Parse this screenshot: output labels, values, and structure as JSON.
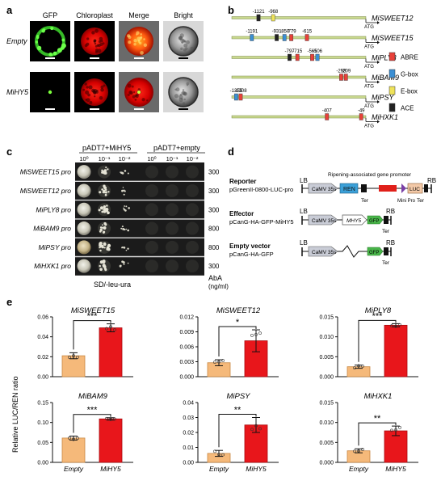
{
  "panels": {
    "a": {
      "label": "a",
      "columns": [
        "GFP",
        "Chloroplast",
        "Merge",
        "Bright"
      ],
      "rows": [
        "Empty",
        "MiHY5"
      ]
    },
    "b": {
      "label": "b",
      "genes": [
        {
          "name": "MiSWEET12",
          "sites": [
            {
              "pos": "-1121",
              "type": "ACE"
            },
            {
              "pos": "-968",
              "type": "E-box"
            }
          ]
        },
        {
          "name": "MiSWEET15",
          "sites": [
            {
              "pos": "-1191",
              "type": "G-box"
            },
            {
              "pos": "-931",
              "type": "ACE"
            },
            {
              "pos": "-850",
              "type": "G-box"
            },
            {
              "pos": "-779",
              "type": "ABRE"
            },
            {
              "pos": "-615",
              "type": "ABRE"
            }
          ]
        },
        {
          "name": "MiPLY8",
          "sites": [
            {
              "pos": "-797",
              "type": "ACE"
            },
            {
              "pos": "-715",
              "type": "ABRE"
            },
            {
              "pos": "-561",
              "type": "ABRE"
            },
            {
              "pos": "-506",
              "type": "G-box"
            }
          ]
        },
        {
          "name": "MiBAM9",
          "sites": [
            {
              "pos": "-209",
              "type": "ABRE"
            },
            {
              "pos": "-258",
              "type": "ABRE"
            }
          ]
        },
        {
          "name": "MiPSY",
          "sites": [
            {
              "pos": "-1355",
              "type": "G-box"
            },
            {
              "pos": "-1308",
              "type": "ABRE"
            }
          ]
        },
        {
          "name": "MiHXK1",
          "sites": [
            {
              "pos": "-407",
              "type": "ABRE"
            },
            {
              "pos": "-49",
              "type": "ABRE"
            }
          ]
        }
      ],
      "atg_label": "ATG",
      "legend": [
        {
          "name": "ABRE",
          "color": "#e8413a"
        },
        {
          "name": "G-box",
          "color": "#3b8fd4"
        },
        {
          "name": "E-box",
          "color": "#efe35a"
        },
        {
          "name": "ACE",
          "color": "#222222"
        }
      ]
    },
    "c": {
      "label": "c",
      "group_left": "pADT7+MiHY5",
      "group_right": "pADT7+empty",
      "dilutions": [
        "10⁰",
        "10⁻¹",
        "10⁻²",
        "10⁰",
        "10⁻¹",
        "10⁻²"
      ],
      "rows": [
        {
          "name": "MiSWEET15 pro",
          "aba": "300"
        },
        {
          "name": "MiSWEET12 pro",
          "aba": "300"
        },
        {
          "name": "MiPLY8 pro",
          "aba": "300"
        },
        {
          "name": "MiBAM9 pro",
          "aba": "800"
        },
        {
          "name": "MiPSY pro",
          "aba": "800"
        },
        {
          "name": "MiHXK1 pro",
          "aba": "300"
        }
      ],
      "medium": "SD/-leu-ura",
      "aba_label": "AbA",
      "aba_unit": "(ng/ml)"
    },
    "d": {
      "label": "d",
      "reporter_title": "Reporter",
      "reporter_sub": "pGreenII-0800-LUC-pro",
      "promoter_note": "Ripening-associated gene promoter",
      "effector_title": "Effector",
      "effector_sub": "pCanG-HA-GFP-MiHY5",
      "empty_title": "Empty vector",
      "empty_sub": "pCanG-HA-GFP",
      "lb": "LB",
      "rb": "RB",
      "camv": "CaMV 35s",
      "ren": "REN",
      "ter": "Ter",
      "minipro": "Mini Pro",
      "luc": "LUC",
      "mihy5": "MHY5",
      "gfp": "GFP"
    },
    "e": {
      "label": "e",
      "ylabel": "Relative LUC/REN ratio",
      "colors": {
        "empty": "#f5b97a",
        "mihy5": "#e8161b"
      }
    }
  },
  "chart_data": [
    {
      "type": "bar",
      "title": "MiSWEET15",
      "categories": [
        "Empty",
        "MiHY5"
      ],
      "values": [
        0.021,
        0.049
      ],
      "errors": [
        0.003,
        0.004
      ],
      "ylim": [
        0,
        0.06
      ],
      "ticks": [
        "0.00",
        "0.02",
        "0.04",
        "0.06"
      ],
      "sig": "***",
      "show_x": false
    },
    {
      "type": "bar",
      "title": "MiSWEET12",
      "categories": [
        "Empty",
        "MiHY5"
      ],
      "values": [
        0.0028,
        0.0072
      ],
      "errors": [
        0.0006,
        0.0022
      ],
      "ylim": [
        0,
        0.012
      ],
      "ticks": [
        "0.000",
        "0.003",
        "0.006",
        "0.009",
        "0.012"
      ],
      "sig": "*",
      "show_x": false
    },
    {
      "type": "bar",
      "title": "MiPLY8",
      "categories": [
        "Empty",
        "MiHY5"
      ],
      "values": [
        0.0025,
        0.0129
      ],
      "errors": [
        0.0004,
        0.0004
      ],
      "ylim": [
        0,
        0.015
      ],
      "ticks": [
        "0.000",
        "0.005",
        "0.010",
        "0.015"
      ],
      "sig": "***",
      "show_x": false
    },
    {
      "type": "bar",
      "title": "MiBAM9",
      "categories": [
        "Empty",
        "MiHY5"
      ],
      "values": [
        0.061,
        0.109
      ],
      "errors": [
        0.005,
        0.003
      ],
      "ylim": [
        0,
        0.15
      ],
      "ticks": [
        "0.00",
        "0.05",
        "0.10",
        "0.15"
      ],
      "sig": "***",
      "show_x": true
    },
    {
      "type": "bar",
      "title": "MiPSY",
      "categories": [
        "Empty",
        "MiHY5"
      ],
      "values": [
        0.006,
        0.025
      ],
      "errors": [
        0.002,
        0.005
      ],
      "ylim": [
        0,
        0.04
      ],
      "ticks": [
        "0.00",
        "0.01",
        "0.02",
        "0.03",
        "0.04"
      ],
      "sig": "**",
      "show_x": true
    },
    {
      "type": "bar",
      "title": "MiHXK1",
      "categories": [
        "Empty",
        "MiHY5"
      ],
      "values": [
        0.0029,
        0.0079
      ],
      "errors": [
        0.0005,
        0.0012
      ],
      "ylim": [
        0,
        0.015
      ],
      "ticks": [
        "0.000",
        "0.005",
        "0.010",
        "0.015"
      ],
      "sig": "**",
      "show_x": true
    }
  ]
}
